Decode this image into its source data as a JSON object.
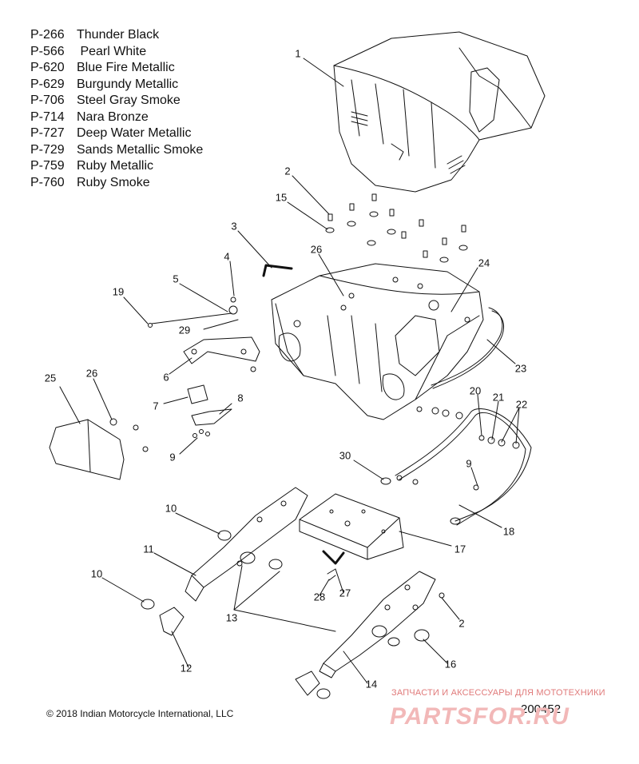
{
  "color_legend": [
    {
      "code": "P-266",
      "name": "Thunder Black"
    },
    {
      "code": "P-566",
      "name": " Pearl White"
    },
    {
      "code": "P-620",
      "name": "Blue Fire Metallic"
    },
    {
      "code": "P-629",
      "name": "Burgundy Metallic"
    },
    {
      "code": "P-706",
      "name": "Steel Gray Smoke"
    },
    {
      "code": "P-714",
      "name": "Nara Bronze"
    },
    {
      "code": "P-727",
      "name": "Deep Water Metallic"
    },
    {
      "code": "P-729",
      "name": "Sands Metallic Smoke"
    },
    {
      "code": "P-759",
      "name": "Ruby Metallic"
    },
    {
      "code": "P-760",
      "name": "Ruby Smoke"
    }
  ],
  "callouts": [
    "1",
    "2",
    "15",
    "3",
    "26",
    "24",
    "4",
    "5",
    "19",
    "29",
    "6",
    "23",
    "25",
    "26",
    "7",
    "8",
    "20",
    "21",
    "22",
    "9",
    "30",
    "9",
    "10",
    "17",
    "18",
    "11",
    "28",
    "27",
    "10",
    "13",
    "2",
    "16",
    "12",
    "14"
  ],
  "footer": {
    "copyright": "© 2018 Indian Motorcycle International, LLC",
    "reference": "200452"
  },
  "watermark": {
    "tagline": "ЗАПЧАСТИ И АКСЕССУАРЫ ДЛЯ МОТОТЕХНИКИ",
    "logo": "PARTSFOR.RU"
  }
}
